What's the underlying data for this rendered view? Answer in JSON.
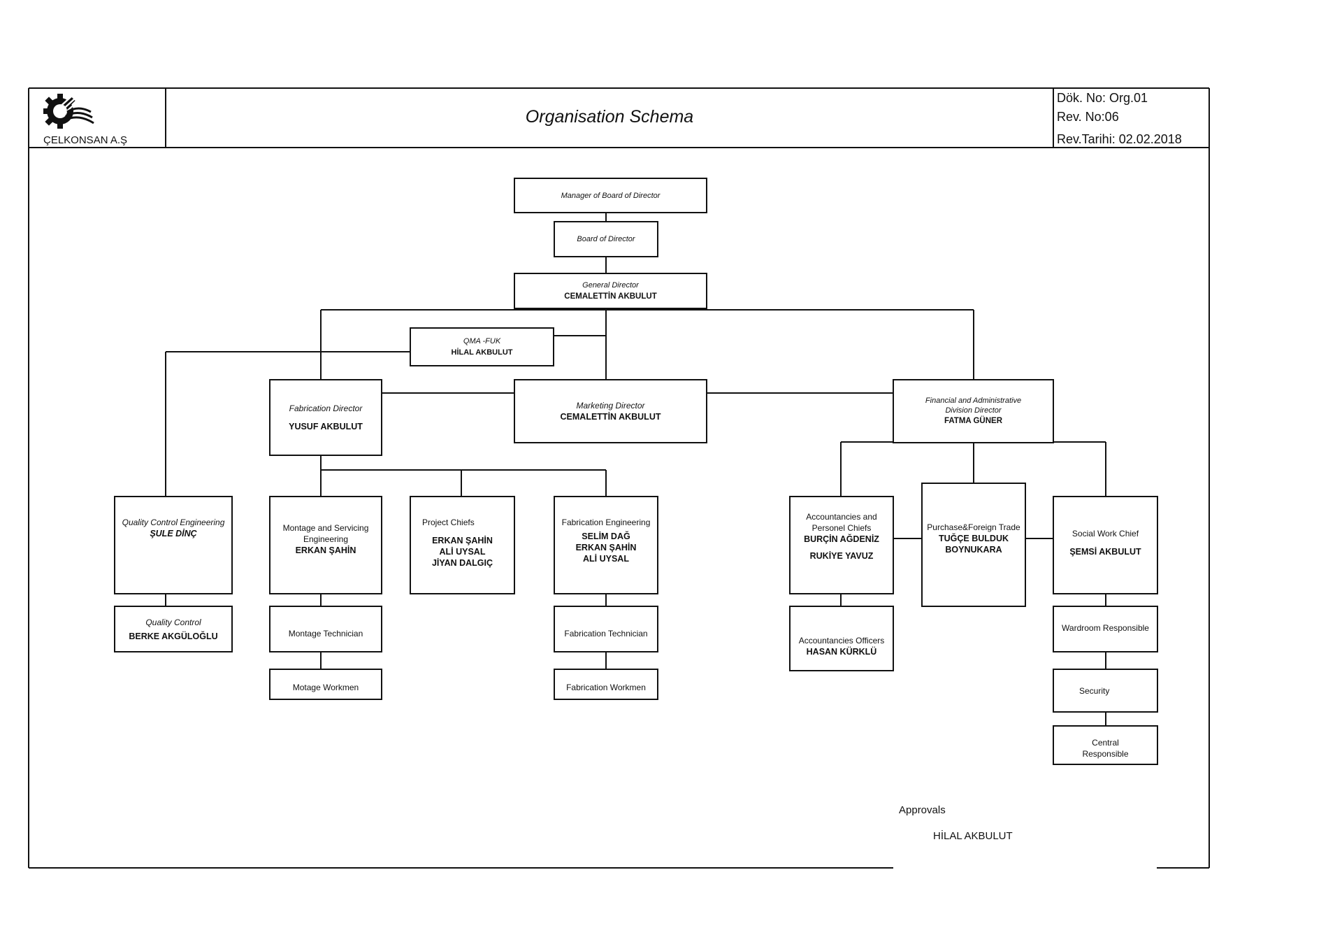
{
  "header": {
    "company": "ÇELKONSAN A.Ş",
    "title": "Organisation Schema",
    "doc_no": "Dök. No: Org.01",
    "rev_no": "Rev. No:06",
    "rev_date": "Rev.Tarihi: 02.02.2018"
  },
  "nodes": {
    "manager_board": {
      "role": "Manager of Board of Director"
    },
    "board": {
      "role": "Board of Director"
    },
    "general_director": {
      "role": "General Director",
      "name": "CEMALETTİN AKBULUT"
    },
    "qma": {
      "role": "QMA -FUK",
      "name": "HİLAL AKBULUT"
    },
    "fabrication_director": {
      "role": "Fabrication Director",
      "name": "YUSUF AKBULUT"
    },
    "marketing_director": {
      "role": "Marketing Director",
      "name": "CEMALETTİN AKBULUT"
    },
    "financial_director": {
      "role_1": "Financial and Administrative",
      "role_2": "Division  Director",
      "name": "FATMA  GÜNER"
    },
    "qc_engineering": {
      "role": "Quality Control Engineering",
      "name": "ŞULE DİNÇ"
    },
    "quality_control": {
      "role": "Quality Control",
      "name": "BERKE AKGÜLOĞLU"
    },
    "montage_engineering": {
      "role_1": "Montage and Servicing",
      "role_2": "Engineering",
      "name": "ERKAN ŞAHİN"
    },
    "montage_technician": {
      "role": "Montage Technician"
    },
    "montage_workmen": {
      "role": "Motage Workmen"
    },
    "project_chiefs": {
      "role": "Project Chiefs",
      "names": [
        "ERKAN ŞAHİN",
        "ALİ UYSAL",
        "JİYAN DALGIÇ"
      ]
    },
    "fabrication_engineering": {
      "role": "Fabrication Engineering",
      "names": [
        "SELİM DAĞ",
        "ERKAN ŞAHİN",
        "ALİ UYSAL"
      ]
    },
    "fabrication_technician": {
      "role": "Fabrication Technician"
    },
    "fabrication_workmen": {
      "role": "Fabrication Workmen"
    },
    "accountancies_chiefs": {
      "role_1": "Accountancies and",
      "role_2": "Personel Chiefs",
      "names": [
        "BURÇİN AĞDENİZ",
        "RUKİYE YAVUZ"
      ]
    },
    "accountancies_officers": {
      "role": "Accountancies  Officers",
      "name": "HASAN KÜRKLÜ"
    },
    "purchase": {
      "role": "Purchase&Foreign Trade",
      "names": [
        "TUĞÇE BULDUK",
        "BOYNUKARA"
      ]
    },
    "social_work": {
      "role": "Social Work Chief",
      "name": "ŞEMSİ AKBULUT"
    },
    "wardroom": {
      "role": "Wardroom Responsible"
    },
    "security": {
      "role": "Security"
    },
    "central": {
      "role_1": "Central",
      "role_2": "Responsible"
    }
  },
  "approvals": {
    "label": "Approvals",
    "name": "HİLAL AKBULUT"
  }
}
